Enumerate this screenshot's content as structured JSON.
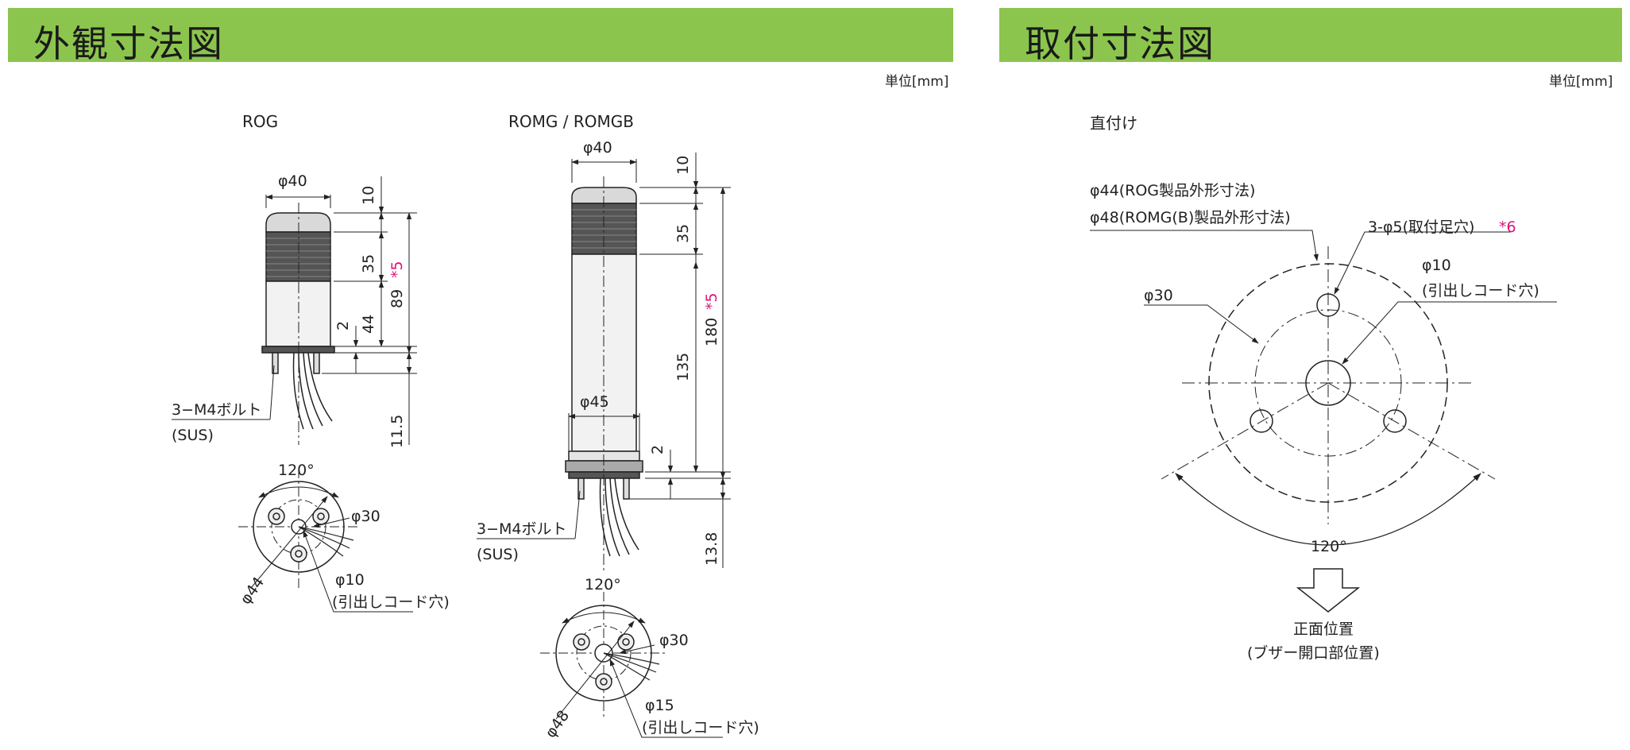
{
  "headers": {
    "left_title": "外観寸法図",
    "right_title": "取付寸法図",
    "unit_left": "単位[mm]",
    "unit_right": "単位[mm]"
  },
  "colors": {
    "header_bg": "#8cc54e",
    "note_magenta": "#e0127b"
  },
  "rog": {
    "title": "ROG",
    "dia_top": "φ40",
    "dim_10": "10",
    "dim_35": "35",
    "dim_44": "44",
    "dim_2": "2",
    "dim_89": "89",
    "note5": "*5",
    "dim_11_5": "11.5",
    "bolt": "3−M4ボルト",
    "sus": "(SUS)",
    "angle": "120°",
    "phi30": "φ30",
    "phi44": "φ44",
    "phi10": "φ10",
    "hole_label": "(引出しコード穴)"
  },
  "romg": {
    "title": "ROMG / ROMGB",
    "dia_top": "φ40",
    "dim_10": "10",
    "dim_35": "35",
    "dim_135": "135",
    "dim_180": "180",
    "note5": "*5",
    "dia_45": "φ45",
    "dim_2": "2",
    "dim_13_8": "13.8",
    "bolt": "3−M4ボルト",
    "sus": "(SUS)",
    "angle": "120°",
    "phi30": "φ30",
    "phi48": "φ48",
    "phi15": "φ15",
    "hole_label": "(引出しコード穴)"
  },
  "mount": {
    "subtitle": "直付け",
    "outer_rog": "φ44(ROG製品外形寸法)",
    "outer_romg": "φ48(ROMG(B)製品外形寸法)",
    "holes": "3-φ5(取付足穴)",
    "note6": "*6",
    "phi10": "φ10",
    "hole_label": "(引出しコード穴)",
    "phi30": "φ30",
    "angle": "120°",
    "front": "正面位置",
    "front_sub": "(ブザー開口部位置)"
  }
}
